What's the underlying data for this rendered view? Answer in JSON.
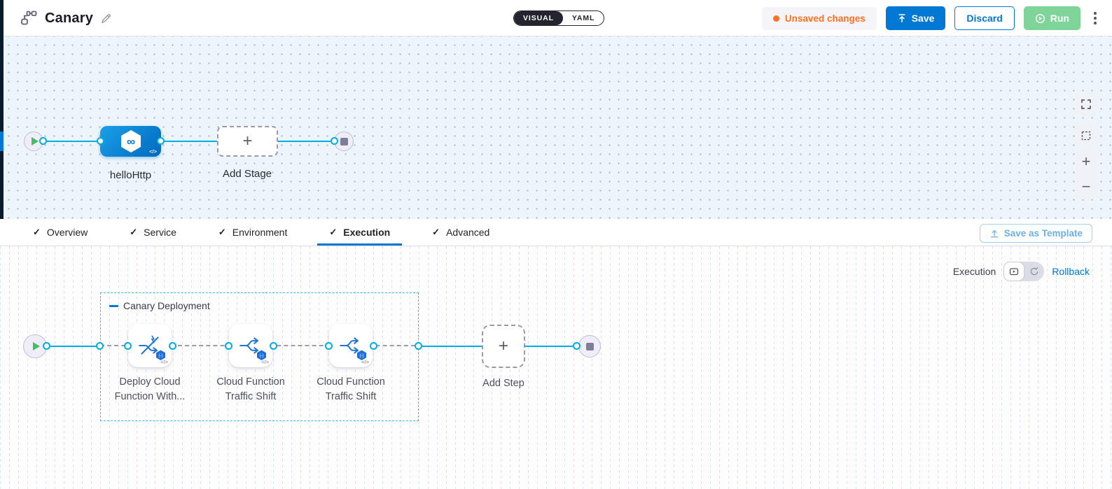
{
  "header": {
    "title": "Canary",
    "view_modes": {
      "visual": "VISUAL",
      "yaml": "YAML"
    },
    "unsaved_changes": "Unsaved changes",
    "save": "Save",
    "discard": "Discard",
    "run": "Run"
  },
  "pipeline": {
    "stage_name": "helloHttp",
    "add_stage": "Add Stage"
  },
  "tabs": {
    "items": [
      {
        "label": "Overview"
      },
      {
        "label": "Service"
      },
      {
        "label": "Environment"
      },
      {
        "label": "Execution"
      },
      {
        "label": "Advanced"
      }
    ],
    "active": "Execution",
    "save_as_template": "Save as Template"
  },
  "execution": {
    "mode_label": "Execution",
    "rollback": "Rollback",
    "group_title": "Canary Deployment",
    "steps": [
      {
        "line1": "Deploy Cloud",
        "line2": "Function With..."
      },
      {
        "line1": "Cloud Function",
        "line2": "Traffic Shift"
      },
      {
        "line1": "Cloud Function",
        "line2": "Traffic Shift"
      }
    ],
    "add_step": "Add Step"
  },
  "icons": {
    "check": "✓",
    "plus": "+",
    "minus": "−",
    "infinity": "∞",
    "code": "</>"
  },
  "colors": {
    "accent_blue": "#0278D5",
    "connector_blue": "#00ADE4",
    "unsaved_orange": "#FF7020",
    "run_green": "#7FD49A",
    "canvas_top_bg": "#EBF5FA",
    "nav_strip_dark": "#0A1B2C"
  }
}
